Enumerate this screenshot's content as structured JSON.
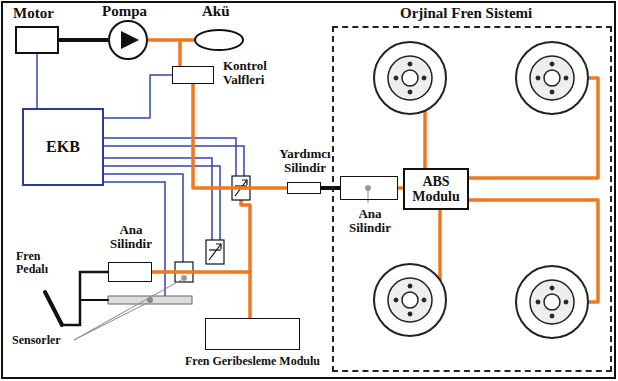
{
  "diagram": {
    "nodes": [
      {
        "text": [
          "Motor"
        ]
      },
      {
        "text": [
          "Pompa"
        ]
      },
      {
        "text": [
          "Akü"
        ]
      },
      {
        "text": [
          "Kontrol Valfleri"
        ]
      },
      {
        "text": [
          "EKB"
        ]
      },
      {
        "text": [
          "Yardımcı Silindir"
        ]
      },
      {
        "text": [
          "Orjinal Fren Sistemi"
        ]
      },
      {
        "text": [
          "Ana Silindir"
        ],
        "in": 6
      },
      {
        "text": [
          "ABS Modulu"
        ],
        "in": 6
      },
      {
        "text": [
          "Ana Silindir"
        ]
      },
      {
        "text": [
          "Fren Geribesleme Modulu"
        ]
      }
    ],
    "edges": [
      {
        "from": 0,
        "to": 1,
        "arrow": "none"
      },
      {
        "from": 1,
        "to": 2,
        "arrow": "none"
      },
      {
        "from": 4,
        "to": 0,
        "arrow": "none"
      },
      {
        "from": 4,
        "to": 3,
        "arrow": "none"
      },
      {
        "from": 5,
        "to": 7,
        "arrow": "none"
      },
      {
        "from": 7,
        "to": 8,
        "arrow": "none"
      },
      {
        "from": 3,
        "to": 5,
        "arrow": "none"
      },
      {
        "from": 9,
        "to": 10,
        "arrow": "none"
      }
    ],
    "labels": [
      "Fren Pedalı",
      "Sensorler"
    ]
  }
}
